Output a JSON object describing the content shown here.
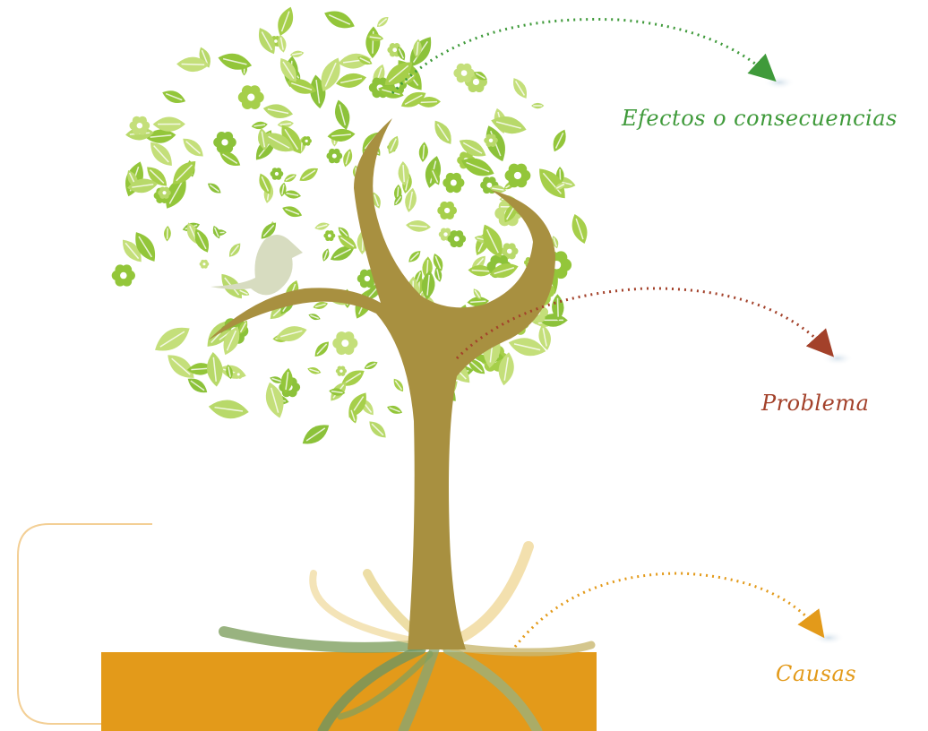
{
  "labels": {
    "effects": "Efectos o consecuencias",
    "problem": "Problema",
    "causes": "Causas"
  },
  "colors": {
    "leaf_green": "#93c63a",
    "leaf_light": "#b8d96a",
    "trunk": "#a89040",
    "ground": "#e39a1a",
    "roots": "#7fa060",
    "bird": "#d7dcc0",
    "effects_text": "#3f9a3a",
    "problem_text": "#a3412a",
    "causes_text": "#e39a1a"
  }
}
